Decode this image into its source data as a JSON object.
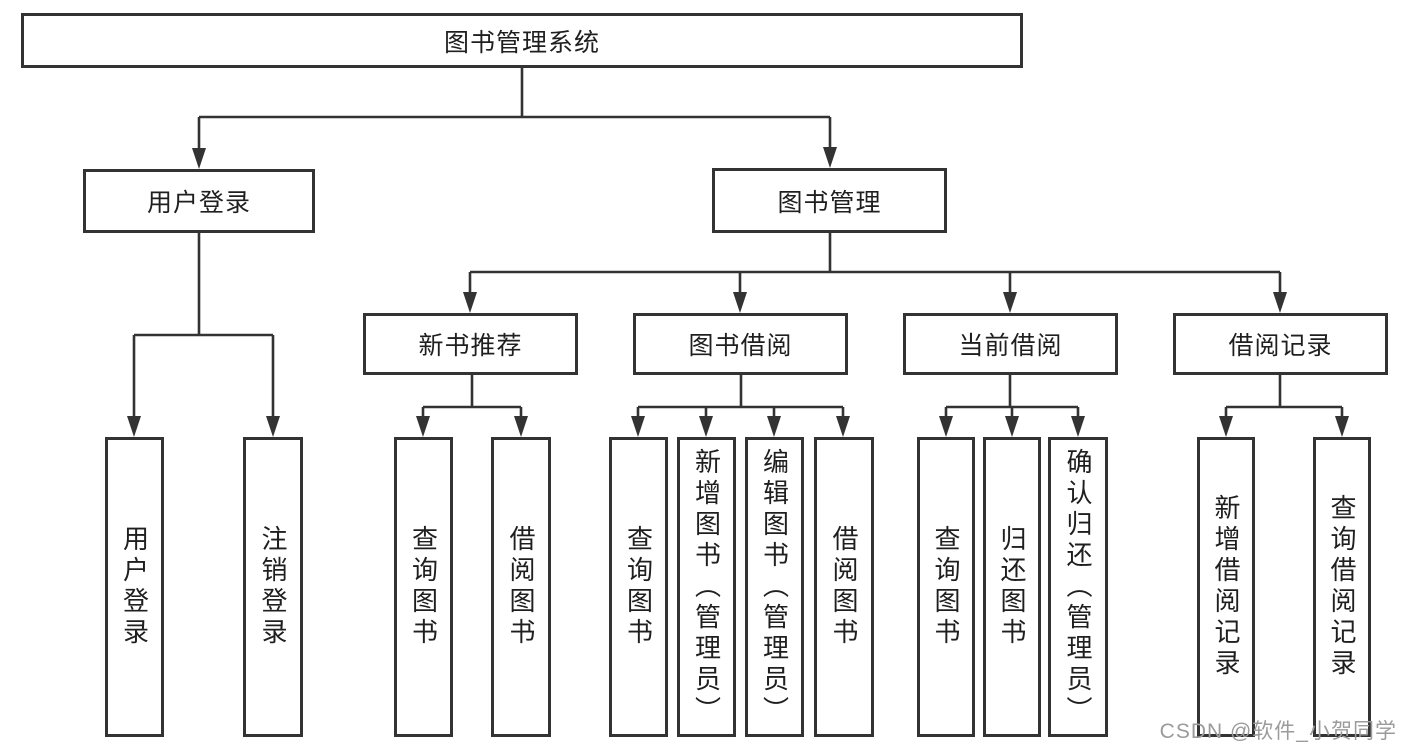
{
  "diagram": {
    "title": "图书管理系统",
    "root": {
      "label": "图书管理系统"
    },
    "level2": {
      "user_login": {
        "label": "用户登录"
      },
      "book_mgmt": {
        "label": "图书管理"
      }
    },
    "level3": {
      "new_book_rec": {
        "label": "新书推荐"
      },
      "book_borrow": {
        "label": "图书借阅"
      },
      "current_borrow": {
        "label": "当前借阅"
      },
      "borrow_record": {
        "label": "借阅记录"
      }
    },
    "leaves": {
      "user_login": "用户登录",
      "logout": "注销登录",
      "query_books_rec": "查询图书",
      "borrow_books_rec": "借阅图书",
      "query_books_borrow": "查询图书",
      "add_books_admin": "新增图书（管理员）",
      "edit_books_admin": "编辑图书（管理员）",
      "borrow_books_borrow": "借阅图书",
      "query_books_current": "查询图书",
      "return_books": "归还图书",
      "confirm_return_admin": "确认归还（管理员）",
      "add_borrow_record": "新增借阅记录",
      "query_borrow_record": "查询借阅记录"
    }
  },
  "watermark": {
    "text": "CSDN @软件_小贺同学"
  },
  "colors": {
    "line": "#333333",
    "box_border": "#333333",
    "text": "#1f1f1f",
    "watermark": "#9b9b9b",
    "background": "#ffffff"
  }
}
